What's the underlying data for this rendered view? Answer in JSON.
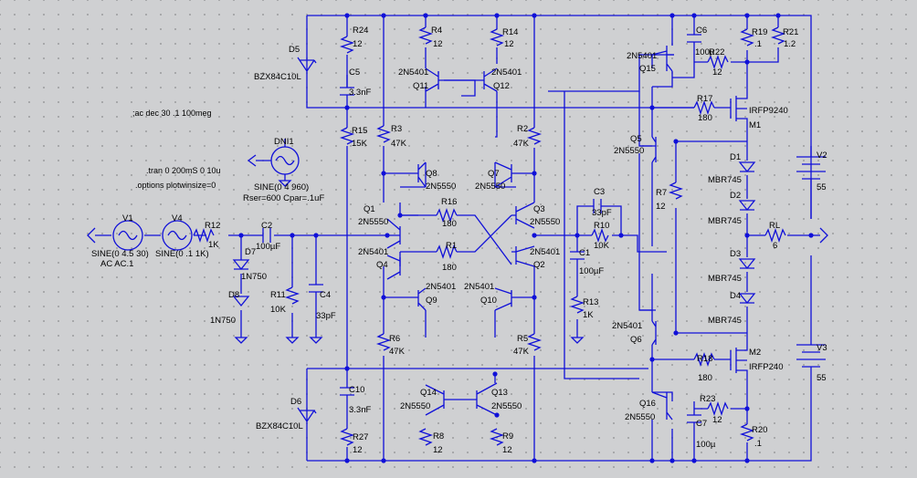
{
  "directives": {
    "ac": ";ac dec 30 .1 100meg",
    "tran": ".tran 0 200mS 0 10u",
    "options": ".options plotwinsize=0"
  },
  "sources": {
    "V1": {
      "name": "V1",
      "value": "SINE(0 4.5 30)",
      "ac": "AC AC.1"
    },
    "V4": {
      "name": "V4",
      "value": "SINE(0 .1 1K)"
    },
    "DNI1": {
      "name": "DNI1",
      "value": "SINE(0 4 960)",
      "extra": "Rser=600 Cpar=.1uF"
    },
    "V2": {
      "name": "V2",
      "value": "55"
    },
    "V3": {
      "name": "V3",
      "value": "55"
    }
  },
  "resistors": {
    "R24": {
      "name": "R24",
      "value": "12"
    },
    "R4": {
      "name": "R4",
      "value": "12"
    },
    "R14": {
      "name": "R14",
      "value": "12"
    },
    "R15": {
      "name": "R15",
      "value": "15K"
    },
    "R3": {
      "name": "R3",
      "value": "47K"
    },
    "R2": {
      "name": "R2",
      "value": "47K"
    },
    "R16": {
      "name": "R16",
      "value": "180"
    },
    "R1": {
      "name": "R1",
      "value": "180"
    },
    "R12": {
      "name": "R12",
      "value": "1K"
    },
    "R11": {
      "name": "R11",
      "value": "10K"
    },
    "R6": {
      "name": "R6",
      "value": "47K"
    },
    "R5": {
      "name": "R5",
      "value": "47K"
    },
    "R27": {
      "name": "R27",
      "value": "12"
    },
    "R8": {
      "name": "R8",
      "value": "12"
    },
    "R9": {
      "name": "R9",
      "value": "12"
    },
    "R10": {
      "name": "R10",
      "value": "10K"
    },
    "R13": {
      "name": "R13",
      "value": "1K"
    },
    "R7": {
      "name": "R7",
      "value": "12"
    },
    "R17": {
      "name": "R17",
      "value": "180"
    },
    "R18": {
      "name": "R18",
      "value": "180"
    },
    "R22": {
      "name": "R22",
      "value": "12"
    },
    "R23": {
      "name": "R23",
      "value": "12"
    },
    "R19": {
      "name": "R19",
      "value": ".1"
    },
    "R21": {
      "name": "R21",
      "value": "1.2"
    },
    "R20": {
      "name": "R20",
      "value": ".1"
    },
    "RL": {
      "name": "RL",
      "value": "6"
    }
  },
  "capacitors": {
    "C5": {
      "name": "C5",
      "value": "3.3nF"
    },
    "C2": {
      "name": "C2",
      "value": "100µF"
    },
    "C4": {
      "name": "C4",
      "value": "33pF"
    },
    "C10": {
      "name": "C10",
      "value": "3.3nF"
    },
    "C3": {
      "name": "C3",
      "value": "33pF"
    },
    "C1": {
      "name": "C1",
      "value": "100µF"
    },
    "C6": {
      "name": "C6",
      "value": "100µ"
    },
    "C7": {
      "name": "C7",
      "value": "100µ"
    }
  },
  "diodes": {
    "D5": {
      "name": "D5",
      "value": "BZX84C10L"
    },
    "D6": {
      "name": "D6",
      "value": "BZX84C10L"
    },
    "D7": {
      "name": "D7",
      "value": "1N750"
    },
    "D8": {
      "name": "D8",
      "value": "1N750"
    },
    "D1": {
      "name": "D1",
      "value": "MBR745"
    },
    "D2": {
      "name": "D2",
      "value": "MBR745"
    },
    "D3": {
      "name": "D3",
      "value": "MBR745"
    },
    "D4": {
      "name": "D4",
      "value": "MBR745"
    }
  },
  "transistors": {
    "Q11": {
      "name": "Q11",
      "value": "2N5401"
    },
    "Q12": {
      "name": "Q12",
      "value": "2N5401"
    },
    "Q8": {
      "name": "Q8",
      "value": "2N5550"
    },
    "Q7": {
      "name": "Q7",
      "value": "2N5550"
    },
    "Q1": {
      "name": "Q1",
      "value": "2N5550"
    },
    "Q3": {
      "name": "Q3",
      "value": "2N5550"
    },
    "Q4": {
      "name": "Q4",
      "value": "2N5401"
    },
    "Q2": {
      "name": "Q2",
      "value": "2N5401"
    },
    "Q9": {
      "name": "Q9",
      "value": "2N5401"
    },
    "Q10": {
      "name": "Q10",
      "value": "2N5401"
    },
    "Q14": {
      "name": "Q14",
      "value": "2N5550"
    },
    "Q13": {
      "name": "Q13",
      "value": "2N5550"
    },
    "Q15": {
      "name": "Q15",
      "value": "2N5401"
    },
    "Q5": {
      "name": "Q5",
      "value": "2N5550"
    },
    "Q6": {
      "name": "Q6",
      "value": "2N5401"
    },
    "Q16": {
      "name": "Q16",
      "value": "2N5550"
    }
  },
  "mosfets": {
    "M1": {
      "name": "M1",
      "value": "IRFP9240"
    },
    "M2": {
      "name": "M2",
      "value": "IRFP240"
    }
  }
}
